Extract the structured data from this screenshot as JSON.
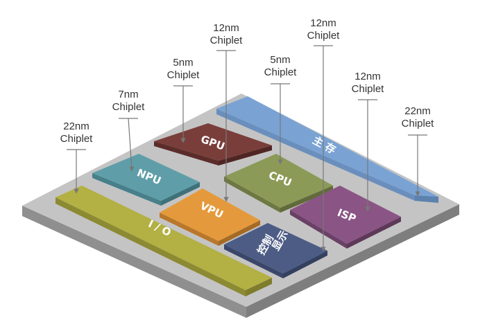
{
  "callouts": [
    {
      "node": "22nm",
      "type": "Chiplet"
    },
    {
      "node": "7nm",
      "type": "Chiplet"
    },
    {
      "node": "5nm",
      "type": "Chiplet"
    },
    {
      "node": "12nm",
      "type": "Chiplet"
    },
    {
      "node": "5nm",
      "type": "Chiplet"
    },
    {
      "node": "12nm",
      "type": "Chiplet"
    },
    {
      "node": "12nm",
      "type": "Chiplet"
    },
    {
      "node": "22nm",
      "type": "Chiplet"
    }
  ],
  "blocks": {
    "gpu": "GPU",
    "npu": "NPU",
    "cpu": "CPU",
    "vpu": "VPU",
    "isp": "ISP",
    "io": "I / O",
    "memory": "主 存",
    "display_line1": "显示",
    "display_line2": "控制"
  },
  "colors": {
    "substrate_top": "#c4c4c4",
    "substrate_side": "#8f8f8f",
    "memory": "#7aa3d4",
    "gpu": "#7a3e3a",
    "npu": "#5f9ea8",
    "cpu": "#8c9a58",
    "vpu": "#e49a3c",
    "isp": "#8a5584",
    "io": "#b3b044",
    "display": "#4c5c85",
    "leader_line": "#777777"
  }
}
